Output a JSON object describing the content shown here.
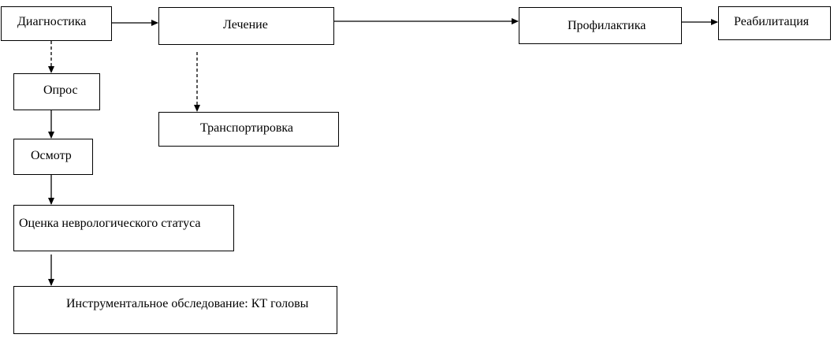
{
  "diagram": {
    "nodes": [
      {
        "id": "diagnostics",
        "label": "Диагностика"
      },
      {
        "id": "treatment",
        "label": "Лечение"
      },
      {
        "id": "prevention",
        "label": "Профилактика"
      },
      {
        "id": "rehabilitation",
        "label": "Реабилитация"
      },
      {
        "id": "survey",
        "label": "Опрос"
      },
      {
        "id": "transport",
        "label": "Транспортировка"
      },
      {
        "id": "examination",
        "label": "Осмотр"
      },
      {
        "id": "neuro_status",
        "label": "Оценка неврологического статуса"
      },
      {
        "id": "instrumental",
        "label": "Инструментальное обследование: КТ головы"
      }
    ],
    "edges": [
      {
        "from": "diagnostics",
        "to": "treatment",
        "style": "solid"
      },
      {
        "from": "treatment",
        "to": "prevention",
        "style": "solid"
      },
      {
        "from": "prevention",
        "to": "rehabilitation",
        "style": "solid"
      },
      {
        "from": "diagnostics",
        "to": "survey",
        "style": "dashed"
      },
      {
        "from": "treatment",
        "to": "transport",
        "style": "dashed"
      },
      {
        "from": "survey",
        "to": "examination",
        "style": "solid"
      },
      {
        "from": "examination",
        "to": "neuro_status",
        "style": "solid"
      },
      {
        "from": "neuro_status",
        "to": "instrumental",
        "style": "solid"
      }
    ],
    "colors": {
      "stroke": "#000000",
      "fill": "#ffffff",
      "text": "#000000"
    }
  }
}
